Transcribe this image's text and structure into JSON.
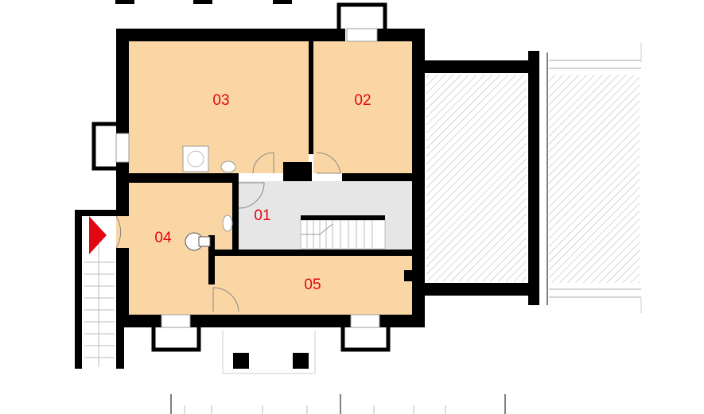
{
  "floor_plan": {
    "rooms": [
      {
        "id": "room-03",
        "label": "03"
      },
      {
        "id": "room-02",
        "label": "02"
      },
      {
        "id": "room-01",
        "label": "01"
      },
      {
        "id": "room-04",
        "label": "04"
      },
      {
        "id": "room-05",
        "label": "05"
      }
    ],
    "colors": {
      "wall": "#000000",
      "room_fill": "#fad6a5",
      "hall_fill": "#e6e6e6",
      "label": "#e30613",
      "entrance_marker": "#e30613",
      "hatch": "#9a9a9a"
    },
    "entrance_marker_icon": "red-triangle-entrance-icon"
  }
}
